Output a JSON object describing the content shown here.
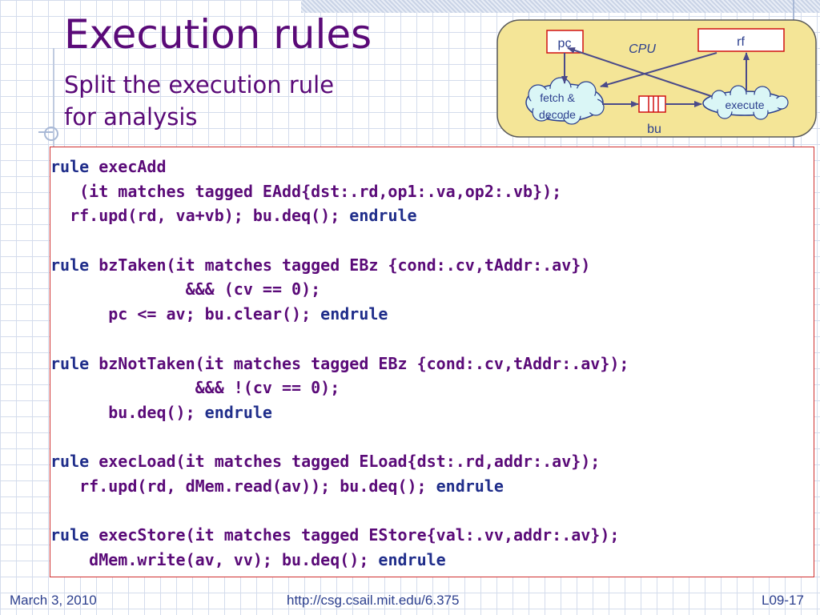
{
  "slide": {
    "title": "Execution rules",
    "subtitle_lines": [
      "Split the execution rule",
      "for analysis"
    ]
  },
  "diagram": {
    "pc_label": "pc",
    "rf_label": "rf",
    "cpu_label": "CPU",
    "fetch_label_lines": [
      "fetch &",
      "decode"
    ],
    "execute_label": "execute",
    "bu_label": "bu"
  },
  "code": [
    [
      {
        "t": "rule ",
        "k": 1
      },
      {
        "t": "execAdd",
        "k": 0
      }
    ],
    [
      {
        "t": "   (it matches tagged EAdd{dst:.rd,op1:.va,op2:.vb});",
        "k": 0
      }
    ],
    [
      {
        "t": "  rf.upd(rd, va+vb); bu.deq(); ",
        "k": 0
      },
      {
        "t": "endrule",
        "k": 1
      }
    ],
    [],
    [
      {
        "t": "rule ",
        "k": 1
      },
      {
        "t": "bzTaken(it matches tagged EBz {cond:.cv,tAddr:.av})",
        "k": 0
      }
    ],
    [
      {
        "t": "              &&& (cv == 0);",
        "k": 0
      }
    ],
    [
      {
        "t": "      pc <= av; bu.clear(); ",
        "k": 0
      },
      {
        "t": "endrule",
        "k": 1
      }
    ],
    [],
    [
      {
        "t": "rule ",
        "k": 1
      },
      {
        "t": "bzNotTaken(it matches tagged EBz {cond:.cv,tAddr:.av});",
        "k": 0
      }
    ],
    [
      {
        "t": "               &&& !(cv == 0);",
        "k": 0
      }
    ],
    [
      {
        "t": "      bu.deq(); ",
        "k": 0
      },
      {
        "t": "endrule",
        "k": 1
      }
    ],
    [],
    [
      {
        "t": "rule ",
        "k": 1
      },
      {
        "t": "execLoad(it matches tagged ELoad{dst:.rd,addr:.av});",
        "k": 0
      }
    ],
    [
      {
        "t": "   rf.upd(rd, dMem.read(av)); bu.deq(); ",
        "k": 0
      },
      {
        "t": "endrule",
        "k": 1
      }
    ],
    [],
    [
      {
        "t": "rule ",
        "k": 1
      },
      {
        "t": "execStore(it matches tagged EStore{val:.vv,addr:.av});",
        "k": 0
      }
    ],
    [
      {
        "t": "    dMem.write(av, vv); bu.deq(); ",
        "k": 0
      },
      {
        "t": "endrule",
        "k": 1
      }
    ]
  ],
  "footer": {
    "date": "March 3, 2010",
    "url": "http://csg.csail.mit.edu/6.375",
    "slide_id": "L09-17"
  },
  "colors": {
    "title": "#5a0a78",
    "keyword": "#1f2d8a",
    "code_border": "#d03030",
    "cpu_fill": "#f4e597",
    "cloud_fill": "#daf6f6",
    "arrow": "#4a4a8a"
  }
}
